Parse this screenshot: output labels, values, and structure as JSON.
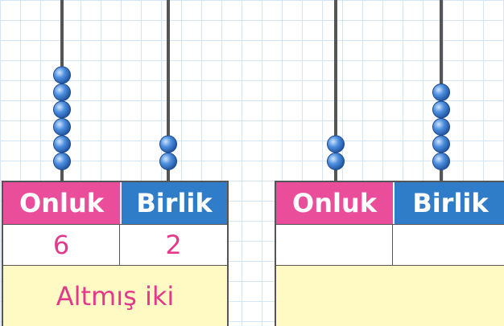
{
  "colors": {
    "onluk_header": "#ea4d99",
    "birlik_header": "#2f7dc8",
    "value_text": "#e3388b",
    "words_background": "#fff9c4",
    "bead": "#3d7fd6",
    "rod": "#555555"
  },
  "abacus_left": {
    "onluk_beads": 6,
    "birlik_beads": 2
  },
  "abacus_right": {
    "onluk_beads": 2,
    "birlik_beads": 5
  },
  "table_left": {
    "header_onluk": "Onluk",
    "header_birlik": "Birlik",
    "value_onluk": "6",
    "value_birlik": "2",
    "in_words": "Altmış iki"
  },
  "table_right": {
    "header_onluk": "Onluk",
    "header_birlik": "Birlik",
    "value_onluk": "",
    "value_birlik": "",
    "in_words": ""
  }
}
